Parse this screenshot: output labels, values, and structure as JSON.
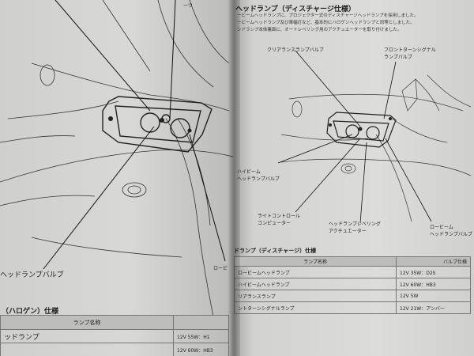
{
  "left_page": {
    "top_label_fragment": "ーツ",
    "bulb_label": "ヘッドランプバルブ",
    "side_label_fragment": "ロービ",
    "table_title": "（ハロゲン）仕様",
    "table": {
      "headers": [
        "ランプ名称",
        ""
      ],
      "rows": [
        {
          "name": "ッドランプ",
          "spec": "12V 55W：H1"
        },
        {
          "name": "",
          "spec": "12V 60W：HB3"
        }
      ]
    }
  },
  "right_page": {
    "section_title": "ヘッドランプ（ディスチャージ仕様）",
    "paragraph": [
      "ービームヘッドランプに、プロジェクター式のディスチャージヘッドランプを採用しました。",
      "ービームヘッドランプ及び車幅灯など、基本的にハロゲンヘッドランプと同等としました。",
      "ンドランプ本体裏面に、オートレベリング用のアクチュエーターを取り付けました。"
    ],
    "labels": {
      "clearance_bulb": "クリアランスランプバルブ",
      "front_turn_bulb": [
        "フロントターンシグナル",
        "ランプバルブ"
      ],
      "high_beam_bulb": [
        "ハイビーム",
        "ヘッドランプバルブ"
      ],
      "light_control": [
        "ライトコントロール",
        "コンピューター"
      ],
      "leveling_actuator": [
        "ヘッドランプレベリング",
        "アクチュエーター"
      ],
      "low_beam_bulb": [
        "ロービーム",
        "ヘッドランプバルブ"
      ]
    },
    "table_title": "ドランプ（ディスチャージ）仕様",
    "table": {
      "headers": [
        "ランプ名称",
        "バルブ仕様"
      ],
      "rows": [
        {
          "name": "ロービームヘッドランプ",
          "spec": "12V 35W：D2S"
        },
        {
          "name": "ハイビームヘッドランプ",
          "spec": "12V 60W：HB3"
        },
        {
          "name": "リアランスランプ",
          "spec": "12V 5W"
        },
        {
          "name": "ントターンシグナルランプ",
          "spec": "12V 21W：アンバー"
        }
      ]
    }
  }
}
